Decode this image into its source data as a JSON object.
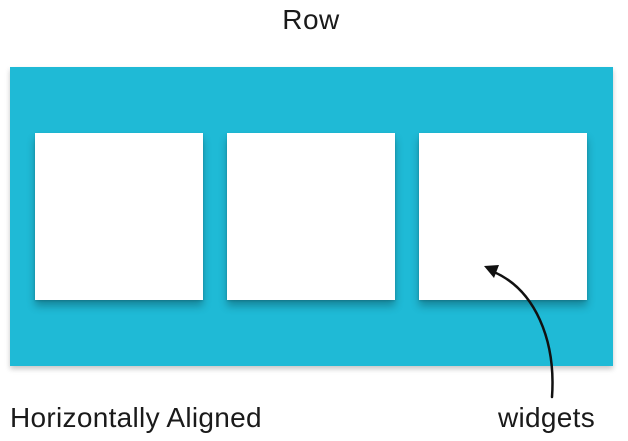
{
  "diagram": {
    "title": "Row",
    "container_color": "#1fbad6",
    "widget_color": "#ffffff",
    "widget_count": 3,
    "caption_left": "Horizontally Aligned",
    "caption_right": "widgets"
  }
}
